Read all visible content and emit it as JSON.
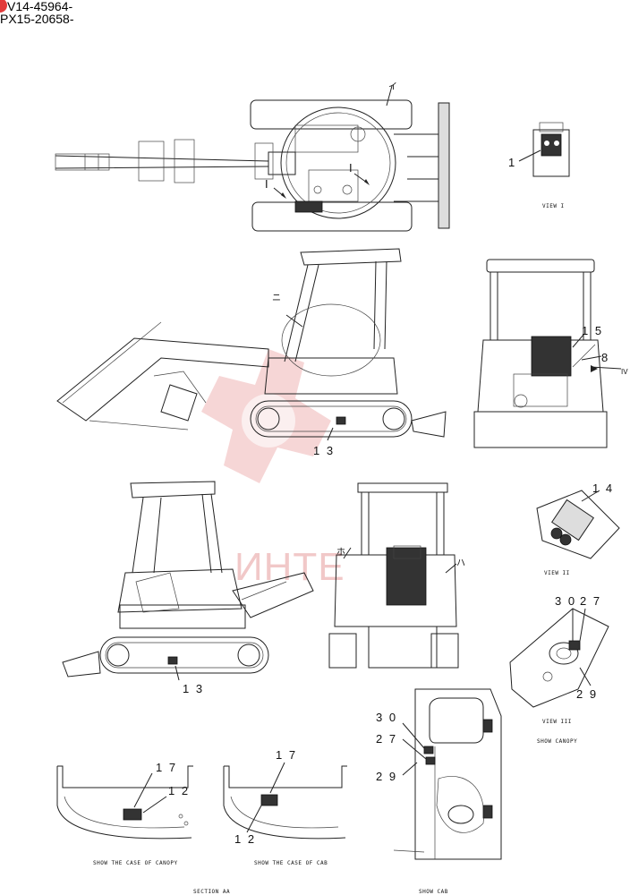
{
  "header": {
    "line1": "V14-45964-",
    "line2": "PX15-20658-"
  },
  "watermark": {
    "text": "ИНТЕ"
  },
  "callouts": {
    "n1": "1",
    "n8": "8",
    "n12a": "1 2",
    "n12b": "1 2",
    "n13a": "1 3",
    "n13b": "1 3",
    "n14": "1 4",
    "n15": "1 5",
    "n17a": "1 7",
    "n17b": "1 7",
    "n27a": "2 7",
    "n27b": "2 7",
    "n29a": "2 9",
    "n29b": "2 9",
    "n30a": "3 0",
    "n30b": "3 0",
    "view_mark_i1": "I",
    "view_mark_i2": "I",
    "view_mark_iv": "IV",
    "jp_i": "イ",
    "jp_ni": "ニ",
    "jp_ho": "ホ",
    "jp_ha": "ハ"
  },
  "captions": {
    "view_i": "VIEW I",
    "view_ii": "VIEW II",
    "view_iii": "VIEW III",
    "show_canopy": "SHOW CANOPY",
    "show_case_canopy": "SHOW THE CASE OF CANOPY",
    "show_case_cab": "SHOW THE CASE OF CAB",
    "section_aa": "SECTION AA",
    "show_cab": "SHOW CAB"
  },
  "colors": {
    "line": "#222222",
    "watermark": "#f1c8c8",
    "badge": "#e23a3a"
  }
}
